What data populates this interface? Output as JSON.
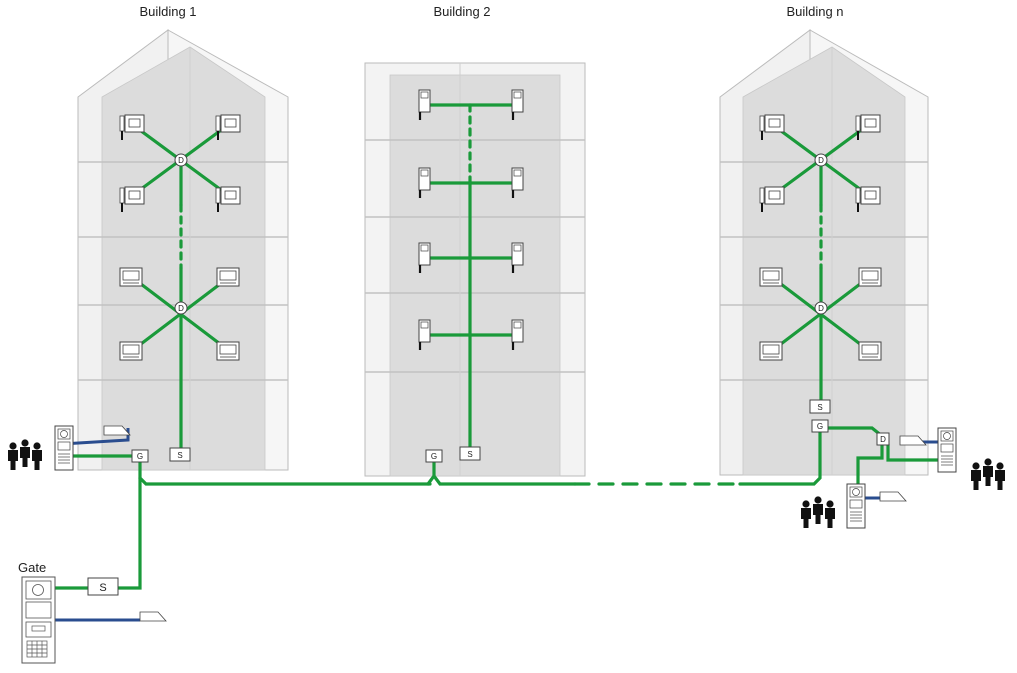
{
  "buildings": [
    {
      "label": "Building 1"
    },
    {
      "label": "Building 2"
    },
    {
      "label": "Building n"
    }
  ],
  "gate": {
    "label": "Gate"
  },
  "devices": {
    "switch_label": "S",
    "gateway_label": "G",
    "distributor_label": "D"
  },
  "colors": {
    "bus": "#1a9a3a",
    "aux": "#2a4d8f",
    "building_fill": "#efefef",
    "building_core": "#d9d9d9",
    "building_edge": "#b9b9b9"
  },
  "icons": [
    "person-group-icon",
    "door-station-icon",
    "indoor-monitor-icon",
    "audio-handset-icon",
    "door-lock-icon",
    "keypad-icon"
  ]
}
